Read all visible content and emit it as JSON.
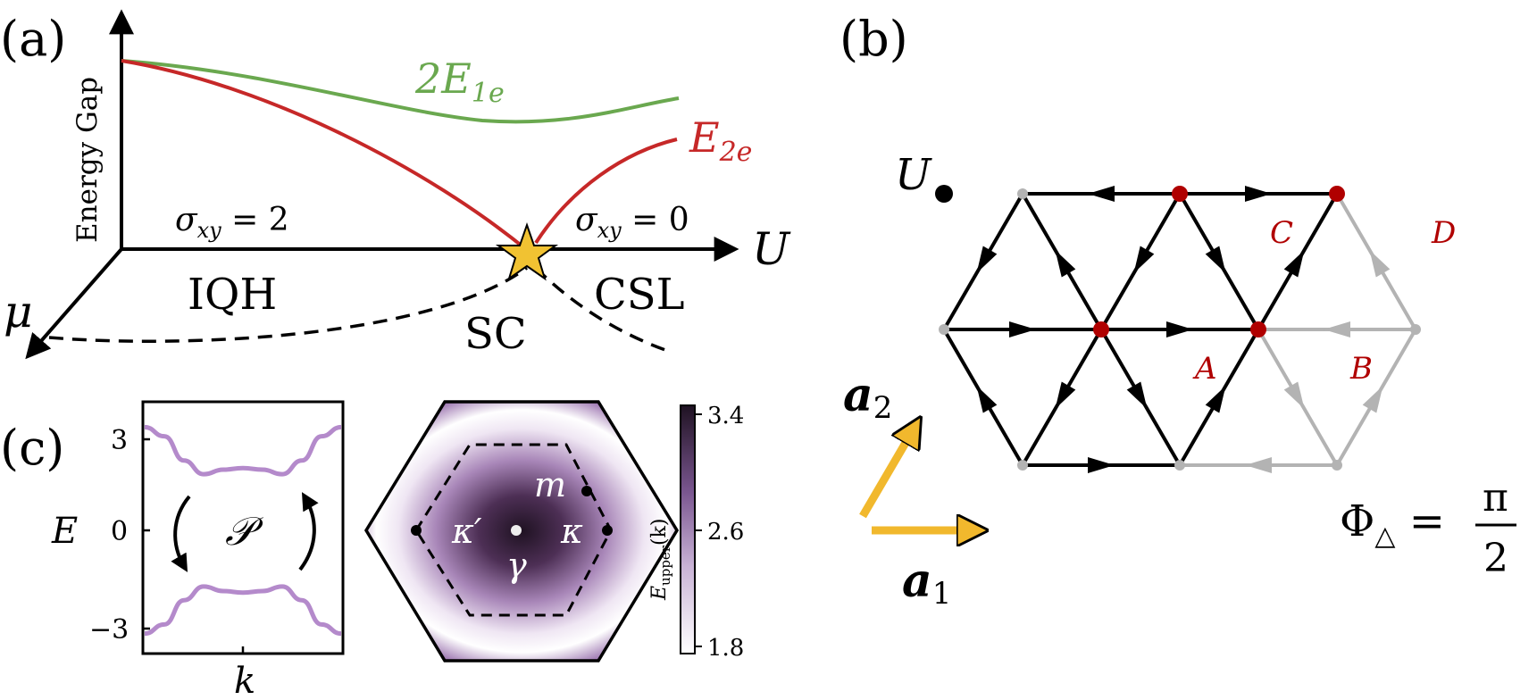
{
  "panel_a": {
    "panel_label": "(a)",
    "y_axis_label": "Energy Gap",
    "x_axis_label": "U",
    "depth_axis_label": "μ",
    "curve_green_label": {
      "main": "2E",
      "sub": "1e"
    },
    "curve_red_label": {
      "main": "E",
      "sub": "2e"
    },
    "sigma_left": {
      "sym": "σ",
      "sub": "xy",
      "rest": " = 2"
    },
    "sigma_right": {
      "sym": "σ",
      "sub": "xy",
      "rest": " = 0"
    },
    "phase_left": "IQH",
    "phase_center": "SC",
    "phase_right": "CSL",
    "colors": {
      "green": "#6aa84f",
      "red": "#c62828",
      "star": "#f1c232"
    }
  },
  "panel_b": {
    "panel_label": "(b)",
    "site_u_label": "U",
    "site_labels": [
      "A",
      "B",
      "C",
      "D"
    ],
    "vec_a1": {
      "main": "a",
      "sub": "1"
    },
    "vec_a2": {
      "main": "a",
      "sub": "2"
    },
    "flux": {
      "lhs": "Φ",
      "sub": "△",
      "eq": " = ",
      "num": "π",
      "den": "2"
    },
    "colors": {
      "grey": "#b3b3b3",
      "red_site": "#b00000",
      "arrow_vec": "#f1b82d"
    }
  },
  "panel_c": {
    "panel_label": "(c)",
    "band_plot": {
      "ylabel": "E",
      "xlabel": "k",
      "yticks": [
        "3",
        "0",
        "−3"
      ],
      "operator_label": "𝒫"
    },
    "bz_plot": {
      "points": [
        "m",
        "κ′",
        "γ",
        "κ"
      ],
      "colorbar_label": "E",
      "colorbar_label_sub": "upper",
      "colorbar_label_arg": "(k)",
      "colorbar_ticks": [
        "3.4",
        "2.6",
        "1.8"
      ]
    },
    "colors": {
      "band": "#b48acb",
      "dark": "#2a1b2e"
    }
  },
  "chart_data": {
    "type": "line",
    "xlabel": "k",
    "ylabel": "E",
    "yticks": [
      3,
      0,
      -3
    ],
    "series": [
      {
        "x": [
          0,
          0.1,
          0.2,
          0.3,
          0.4,
          0.5,
          0.6,
          0.7,
          0.8,
          0.9,
          1.0
        ],
        "values": [
          3.4,
          3.1,
          2.3,
          1.85,
          2.0,
          2.05,
          2.0,
          1.85,
          2.3,
          3.1,
          3.4
        ]
      },
      {
        "x": [
          0,
          0.1,
          0.2,
          0.3,
          0.4,
          0.5,
          0.6,
          0.7,
          0.8,
          0.9,
          1.0
        ],
        "values": [
          -3.4,
          -3.1,
          -2.3,
          -1.85,
          -2.0,
          -2.05,
          -2.0,
          -1.85,
          -2.3,
          -3.1,
          -3.4
        ]
      }
    ]
  }
}
